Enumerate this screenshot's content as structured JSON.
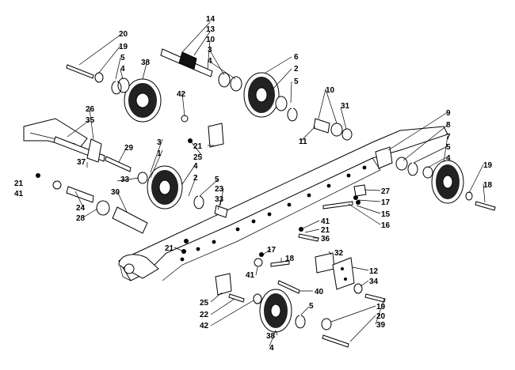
{
  "diagram": {
    "type": "exploded-parts-view",
    "callouts": [
      "14",
      "13",
      "10",
      "3",
      "4",
      "20",
      "19",
      "5",
      "4",
      "38",
      "6",
      "2",
      "5",
      "10",
      "31",
      "42",
      "11",
      "26",
      "35",
      "3",
      "1",
      "29",
      "37",
      "21",
      "25",
      "21",
      "41",
      "33",
      "4",
      "2",
      "5",
      "23",
      "33",
      "24",
      "30",
      "28",
      "9",
      "8",
      "7",
      "5",
      "4",
      "19",
      "18",
      "27",
      "17",
      "15",
      "16",
      "41",
      "21",
      "36",
      "21",
      "32",
      "12",
      "17",
      "18",
      "41",
      "34",
      "40",
      "25",
      "22",
      "42",
      "19",
      "20",
      "39",
      "5",
      "38",
      "4"
    ]
  }
}
